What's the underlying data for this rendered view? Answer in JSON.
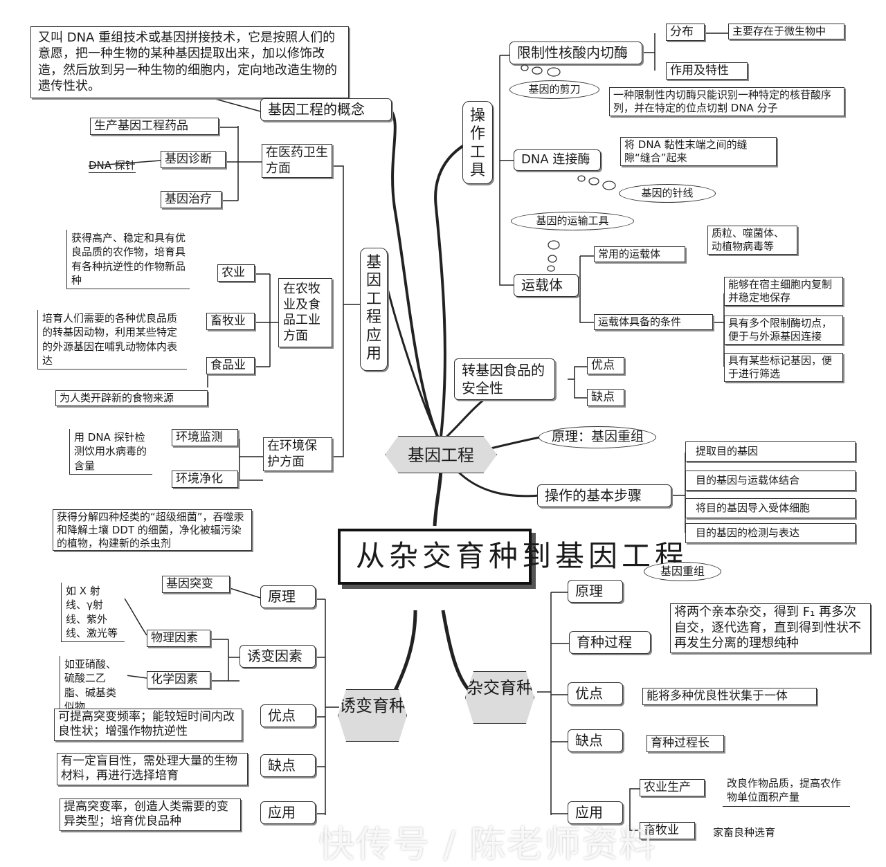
{
  "title": "从杂交育种到基因工程",
  "gene_engineering": {
    "label": "基因工程",
    "concept": {
      "label": "基因工程的概念",
      "text": "又叫 DNA 重组技术或基因拼接技术，它是按照人们的意愿，把一种生物的某种基因提取出来，加以修饰改造，然后放到另一种生物的细胞内，定向地改造生物的遗传性状。"
    },
    "tools": {
      "label": "操作工具",
      "restriction_enzyme": {
        "label": "限制性核酸内切酶",
        "nickname": "基因的剪刀",
        "distribution_label": "分布",
        "distribution_text": "主要存在于微生物中",
        "property_label": "作用及特性",
        "property_text": "一种限制性内切酶只能识别一种特定的核苷酸序列，并在特定的位点切割 DNA 分子"
      },
      "ligase": {
        "label": "DNA 连接酶",
        "text": "将 DNA 黏性末端之间的缝隙“缝合”起来",
        "nickname": "基因的针线"
      },
      "vector": {
        "label": "运载体",
        "nickname": "基因的运输工具",
        "common_label": "常用的运载体",
        "common_text": "质粒、噬菌体、动植物病毒等",
        "conditions_label": "运载体具备的条件",
        "conditions": [
          "能够在宿主细胞内复制并稳定地保存",
          "具有多个限制酶切点，便于与外源基因连接",
          "具有某些标记基因，便于进行筛选"
        ]
      }
    },
    "application": {
      "label": "基因工程应用",
      "medicine": {
        "label": "在医药卫生方面",
        "items": [
          "生产基因工程药品",
          "基因诊断",
          "基因治疗"
        ],
        "dna_probe": "DNA 探针"
      },
      "agriculture": {
        "label": "在农牧业及食品工业方面",
        "farming_label": "农业",
        "farming_text": "获得高产、稳定和具有优良品质的农作物，培育具有各种抗逆性的作物新品种",
        "livestock_label": "畜牧业",
        "livestock_text": "培育人们需要的各种优良品质的转基因动物，利用某些特定的外源基因在哺乳动物体内表达",
        "food_label": "食品业",
        "food_text": "为人类开辟新的食物来源"
      },
      "environment": {
        "label": "在环境保护方面",
        "monitor_label": "环境监测",
        "monitor_text": "用 DNA 探针检测饮用水病毒的含量",
        "purify_label": "环境净化",
        "purify_text": "获得分解四种烃类的“超级细菌”，吞噬汞和降解土壤 DDT 的细菌，净化被辐污染的植物，构建新的杀虫剂"
      }
    },
    "safety": {
      "label": "转基因食品的安全性",
      "pro": "优点",
      "con": "缺点"
    },
    "principle": "原理：基因重组",
    "steps": {
      "label": "操作的基本步骤",
      "items": [
        "提取目的基因",
        "目的基因与运载体结合",
        "将目的基因导入受体细胞",
        "目的基因的检测与表达"
      ]
    }
  },
  "mutation_breeding": {
    "label": "诱变育种",
    "principle_label": "原理",
    "principle_value": "基因突变",
    "factors_label": "诱变因素",
    "physical_label": "物理因素",
    "physical_text": "如 X 射线、γ射线、紫外线、激光等",
    "chemical_label": "化学因素",
    "chemical_text": "如亚硝酸、硫酸二乙脂、碱基类似物",
    "pro_label": "优点",
    "pro_text": "可提高突变频率；能较短时间内改良性状；增强作物抗逆性",
    "con_label": "缺点",
    "con_text": "有一定盲目性，需处理大量的生物材料，再进行选择培育",
    "use_label": "应用",
    "use_text": "提高突变率，创造人类需要的变异类型；培育优良品种"
  },
  "hybrid_breeding": {
    "label": "杂交育种",
    "principle_label": "原理",
    "principle_value": "基因重组",
    "process_label": "育种过程",
    "process_text": "将两个亲本杂交，得到 F₁ 再多次自交，逐代选育，直到得到性状不再发生分离的理想纯种",
    "pro_label": "优点",
    "pro_text": "能将多种优良性状集于一体",
    "con_label": "缺点",
    "con_text": "育种过程长",
    "use_label": "应用",
    "agri_label": "农业生产",
    "agri_text": "改良作物品质，提高农作物单位面积产量",
    "animal_label": "畜牧业",
    "animal_text": "家畜良种选育"
  },
  "watermark": "快传号 / 陈老师资料"
}
